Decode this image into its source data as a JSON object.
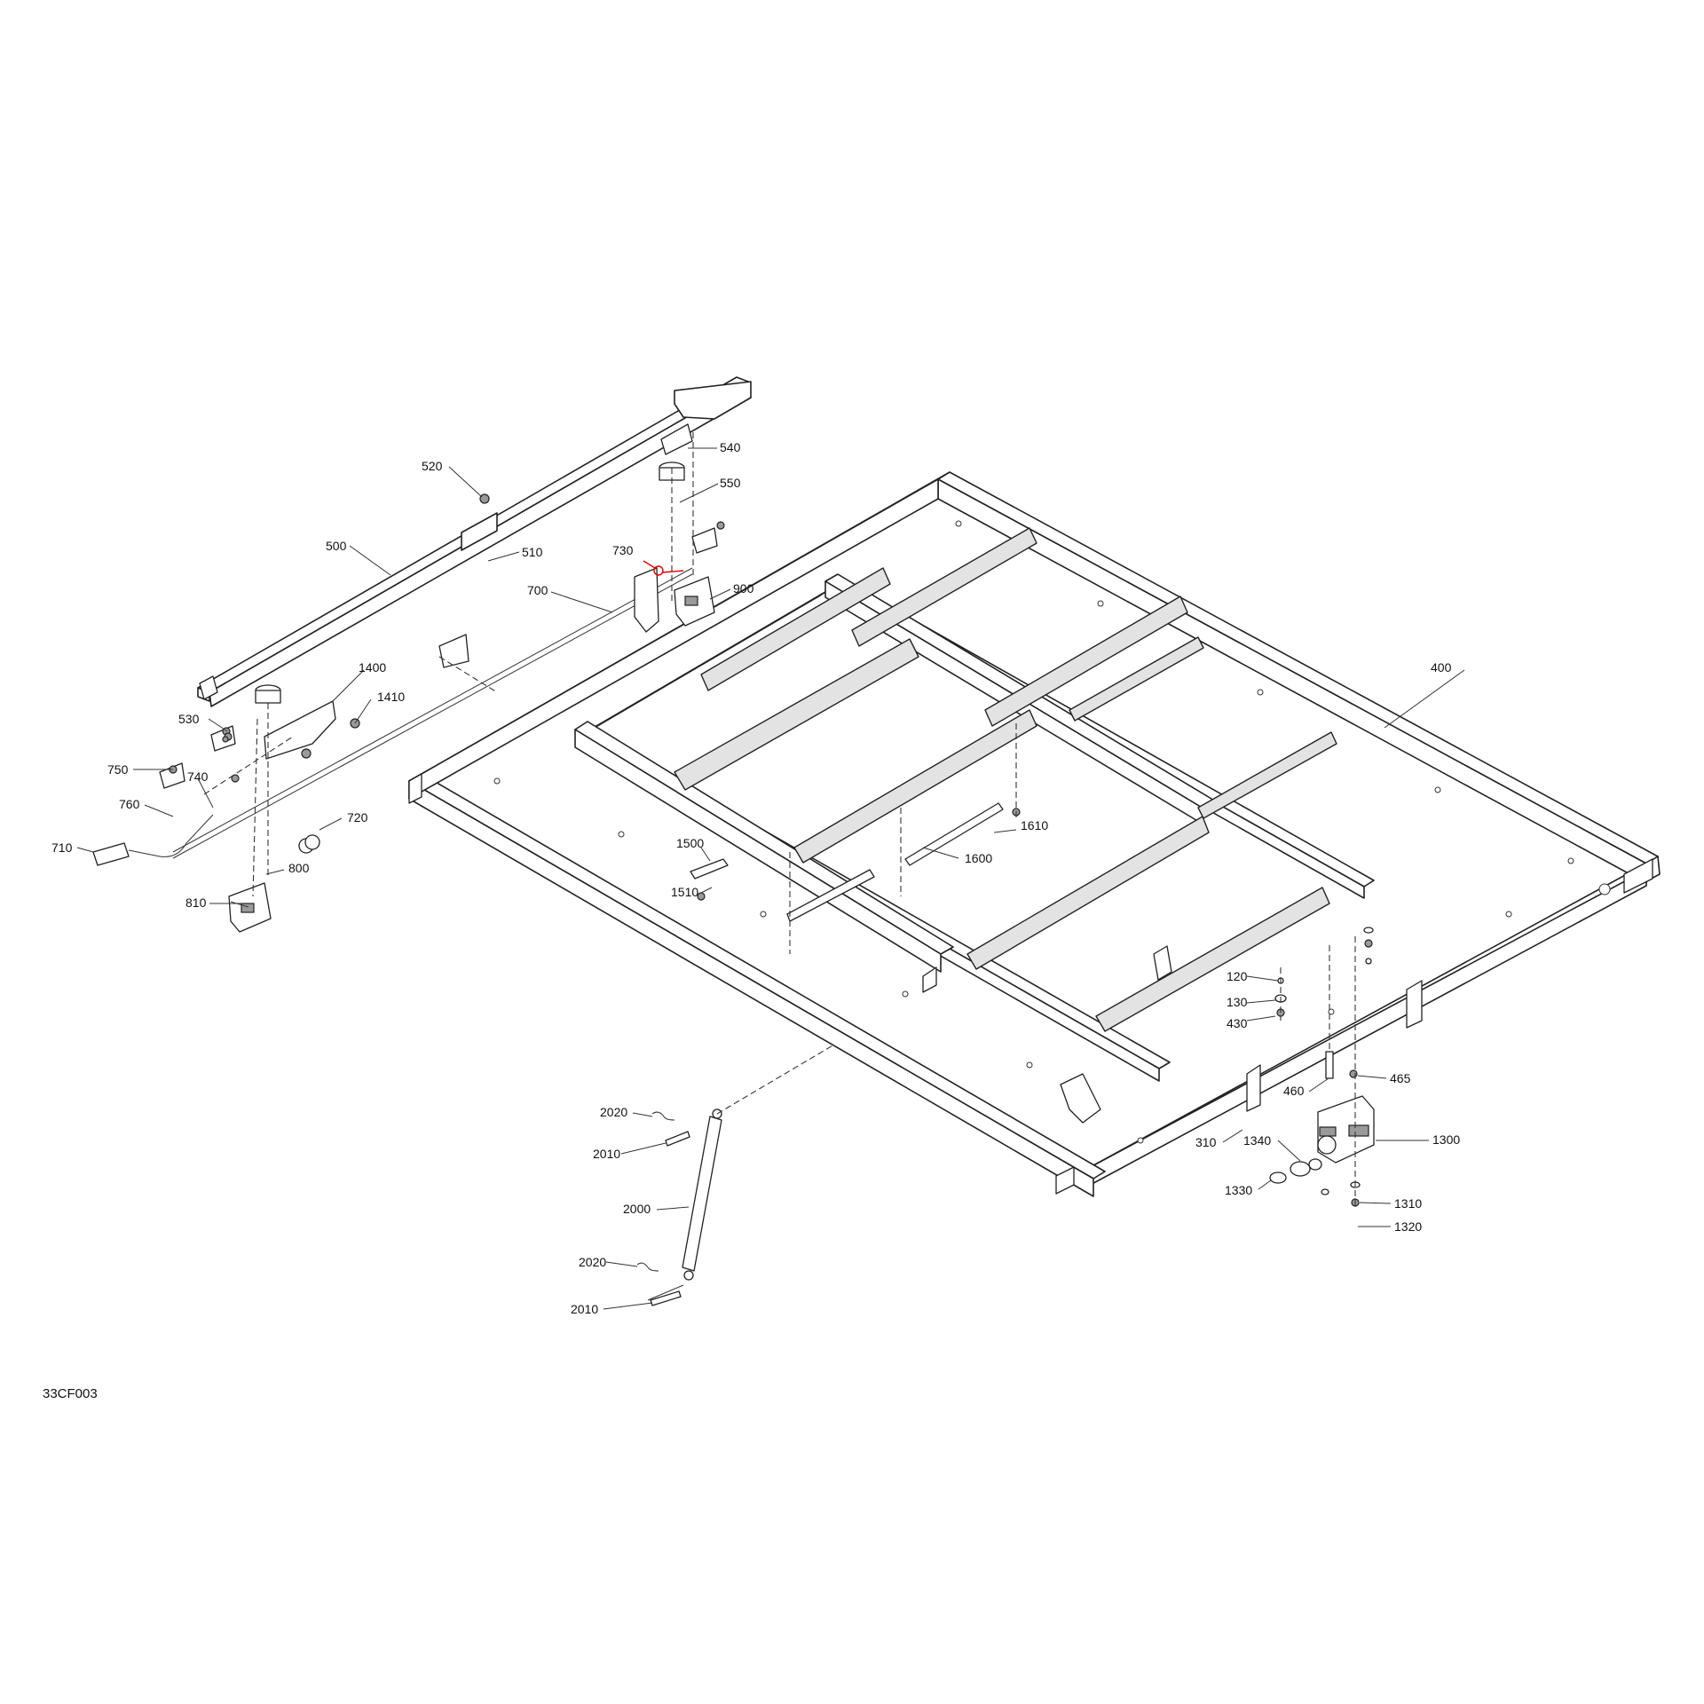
{
  "drawing_code": "33CF003",
  "highlight_color": "#e00000",
  "callouts": {
    "c120": "120",
    "c130": "130",
    "c310": "310",
    "c400": "400",
    "c430": "430",
    "c460": "460",
    "c465": "465",
    "c500": "500",
    "c510": "510",
    "c520": "520",
    "c530": "530",
    "c540": "540",
    "c550": "550",
    "c700": "700",
    "c710": "710",
    "c720": "720",
    "c730": "730",
    "c740": "740",
    "c750": "750",
    "c760": "760",
    "c800": "800",
    "c810": "810",
    "c900": "900",
    "c1300": "1300",
    "c1310": "1310",
    "c1320": "1320",
    "c1330": "1330",
    "c1340": "1340",
    "c1400": "1400",
    "c1410": "1410",
    "c1500": "1500",
    "c1510": "1510",
    "c1600": "1600",
    "c1610": "1610",
    "c2000": "2000",
    "c2010a": "2010",
    "c2010b": "2010",
    "c2020a": "2020",
    "c2020b": "2020"
  }
}
